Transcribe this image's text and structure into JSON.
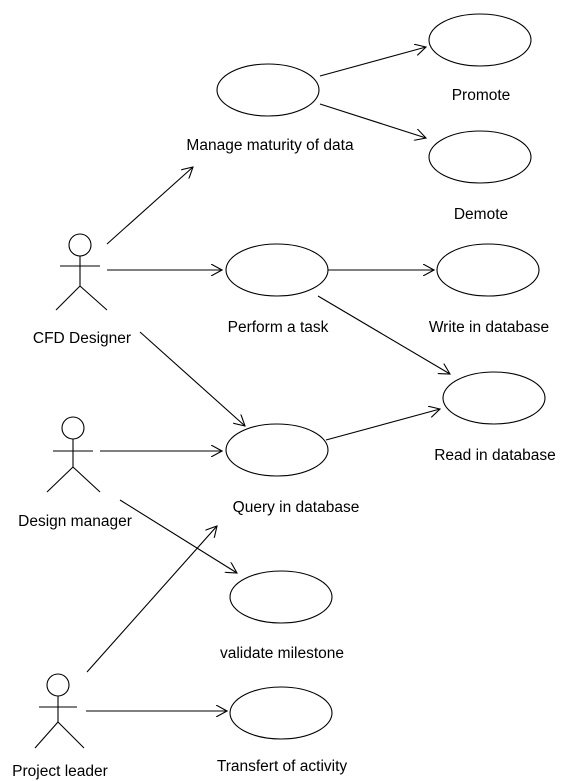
{
  "actors": {
    "cfd_designer": "CFD Designer",
    "design_manager": "Design manager",
    "project_leader": "Project leader"
  },
  "use_cases": {
    "manage_maturity": "Manage maturity of data",
    "promote": "Promote",
    "demote": "Demote",
    "perform_task": "Perform a task",
    "write_db": "Write in database",
    "read_db": "Read in database",
    "query_db": "Query in database",
    "validate_milestone": "validate milestone",
    "transfer_activity": "Transfert of activity"
  }
}
